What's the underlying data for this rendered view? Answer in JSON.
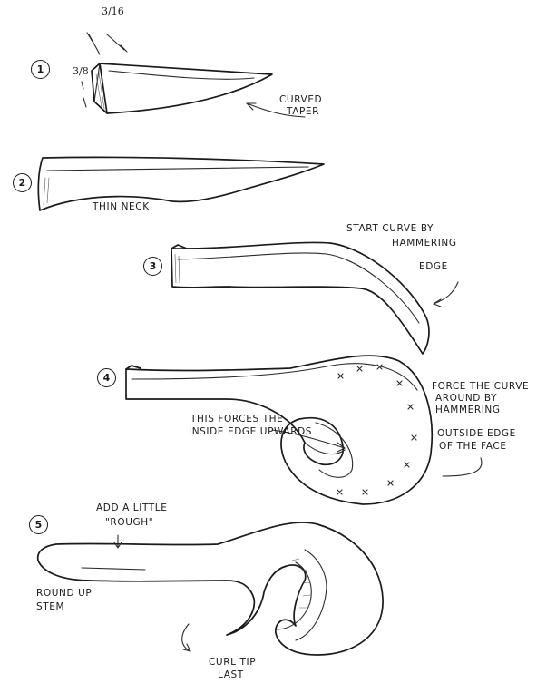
{
  "steps": [
    {
      "number": "1",
      "labels": [
        "CURVED",
        "TAPER"
      ]
    },
    {
      "number": "2",
      "labels": [
        "THIN NECK"
      ]
    },
    {
      "number": "3",
      "labels": [
        "START CURVE BY",
        "HAMMERING",
        "EDGE"
      ]
    },
    {
      "number": "4",
      "labels": [
        "FORCE THE CURVE",
        "AROUND BY",
        "HAMMERING",
        "OUTSIDE EDGE",
        "OF THE FACE"
      ],
      "note": [
        "THIS FORCES THE",
        "INSIDE EDGE UPWARDS"
      ]
    },
    {
      "number": "5",
      "labels": [
        "ADD A LITTLE",
        "\"ROUGH\""
      ],
      "notes_a": [
        "ROUND UP",
        "STEM"
      ],
      "notes_b": [
        "CURL TIP",
        "LAST"
      ]
    }
  ],
  "dimensions": {
    "width": "3/16",
    "height": "3/8"
  }
}
